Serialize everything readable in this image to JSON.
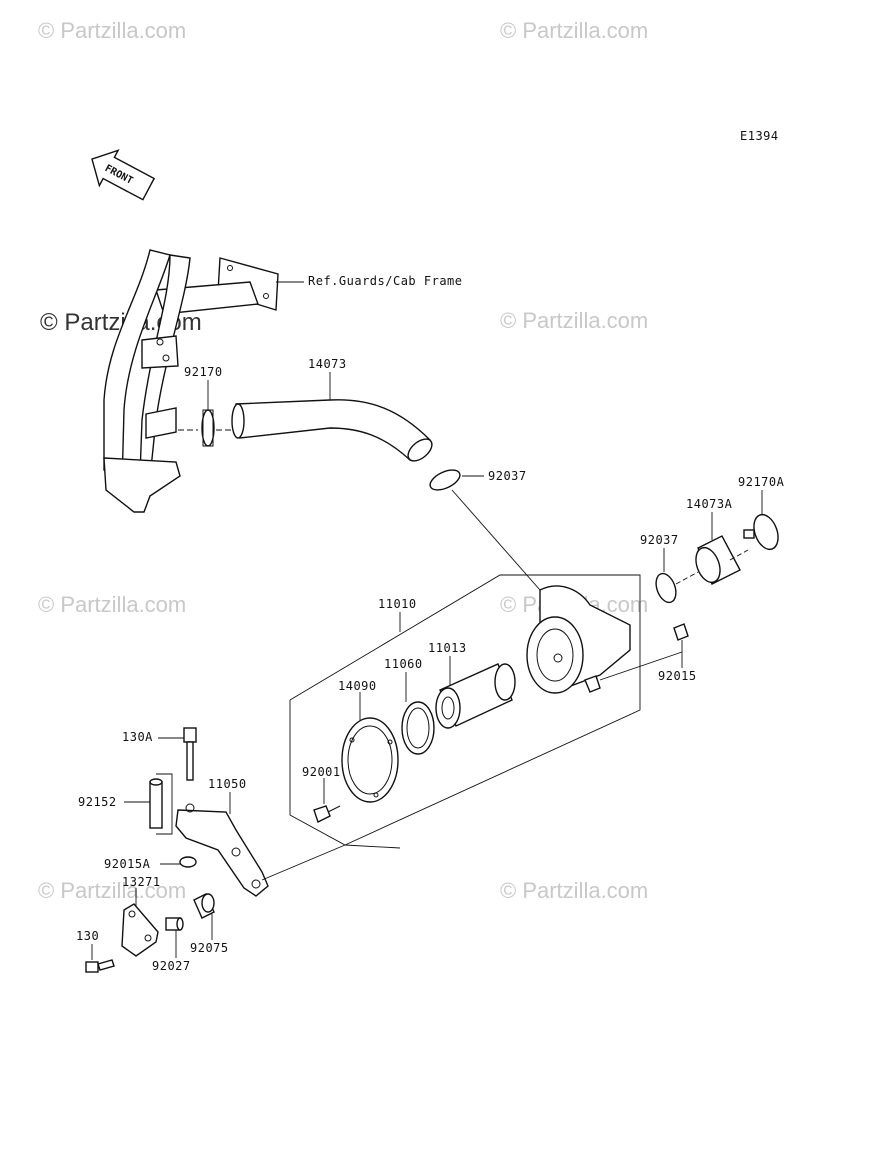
{
  "diagram": {
    "code": "E1394",
    "front_label": "FRONT",
    "ref_note": "Ref.Guards/Cab Frame",
    "watermark": "© Partzilla.com",
    "watermark_small": "© Partzilla.com"
  },
  "parts": {
    "p14073": "14073",
    "p92170": "92170",
    "p92037a": "92037",
    "p92170A": "92170A",
    "p14073A": "14073A",
    "p92037b": "92037",
    "p11010": "11010",
    "p11013": "11013",
    "p11060": "11060",
    "p14090": "14090",
    "p92015": "92015",
    "p130A": "130A",
    "p11050": "11050",
    "p92152": "92152",
    "p92001": "92001",
    "p92015A": "92015A",
    "p13271": "13271",
    "p130": "130",
    "p92027": "92027",
    "p92075": "92075"
  }
}
